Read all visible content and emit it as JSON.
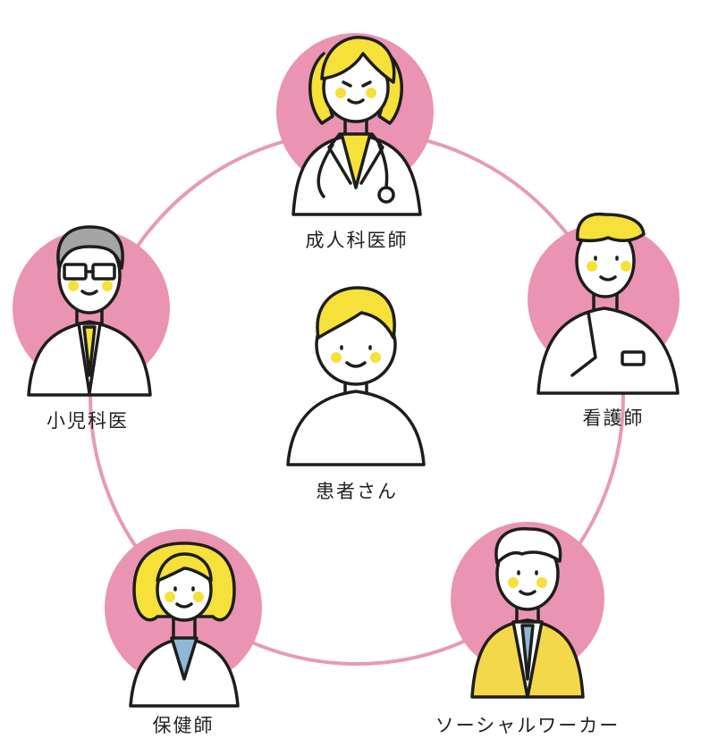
{
  "diagram": {
    "center": {
      "label": "患者さん"
    },
    "nodes": [
      {
        "id": "adult-physician",
        "label": "成人科医師"
      },
      {
        "id": "nurse",
        "label": "看護師"
      },
      {
        "id": "social-worker",
        "label": "ソーシャルワーカー"
      },
      {
        "id": "public-health-nurse",
        "label": "保健師"
      },
      {
        "id": "pediatrician",
        "label": "小児科医"
      }
    ]
  },
  "colors": {
    "ring": "#e79ab4",
    "node_disc": "#ea93b2",
    "hair_yellow": "#f6e03a",
    "cheek": "#f6e03a",
    "outline": "#1d1d1b",
    "hair_gray": "#a4a4a4",
    "shirt_blue": "#8fb7d8",
    "suit_yellow": "#f3d84a",
    "coat": "#ffffff"
  }
}
